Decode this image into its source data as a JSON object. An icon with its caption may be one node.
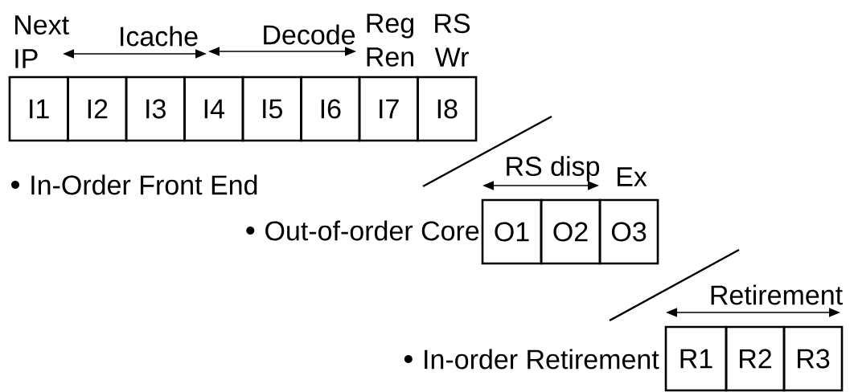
{
  "diagram": {
    "nodes": [
      {
        "text": [
          "I1"
        ]
      },
      {
        "text": [
          "I2"
        ]
      },
      {
        "text": [
          "I3"
        ]
      },
      {
        "text": [
          "I4"
        ]
      },
      {
        "text": [
          "I5"
        ]
      },
      {
        "text": [
          "I6"
        ]
      },
      {
        "text": [
          "I7"
        ]
      },
      {
        "text": [
          "I8"
        ]
      },
      {
        "text": [
          "O1"
        ]
      },
      {
        "text": [
          "O2"
        ]
      },
      {
        "text": [
          "O3"
        ]
      },
      {
        "text": [
          "R1"
        ]
      },
      {
        "text": [
          "R2"
        ]
      },
      {
        "text": [
          "R3"
        ]
      }
    ],
    "labels": [
      "Next IP",
      "Icache",
      "Decode",
      "Reg Ren",
      "RS Wr",
      "In-Order Front End",
      "RS disp",
      "Ex",
      "Out-of-order Core",
      "Retirement",
      "In-order Retirement"
    ]
  }
}
